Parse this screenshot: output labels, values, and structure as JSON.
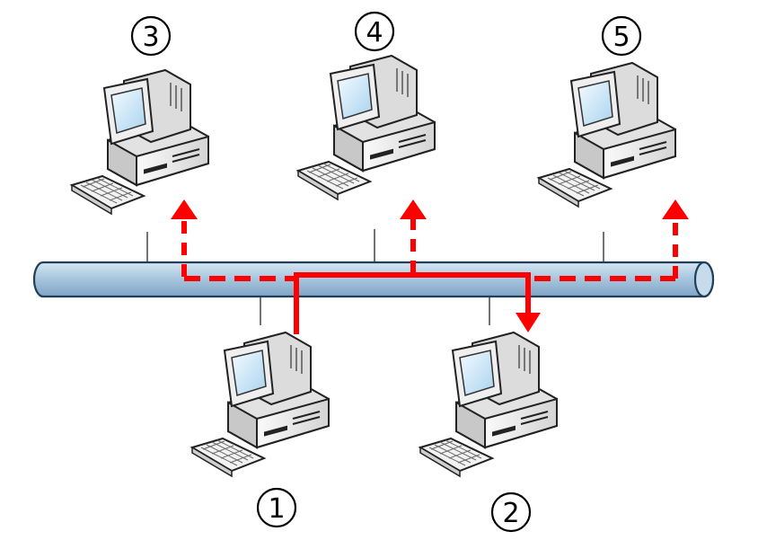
{
  "nodes": [
    {
      "id": "pc-3",
      "label": "3",
      "position": "top"
    },
    {
      "id": "pc-4",
      "label": "4",
      "position": "top"
    },
    {
      "id": "pc-5",
      "label": "5",
      "position": "top"
    },
    {
      "id": "pc-1",
      "label": "1",
      "position": "bottom"
    },
    {
      "id": "pc-2",
      "label": "2",
      "position": "bottom"
    }
  ],
  "colors": {
    "bus_fill": "#a9c8e0",
    "bus_stroke": "#1f3f5a",
    "signal": "#ff0000",
    "tap_line": "#444444",
    "monitor_body": "#e9e9e9",
    "screen": "#cfe8f7"
  },
  "signal_flow": {
    "sender": "1",
    "receiver": "2",
    "others": [
      "3",
      "4",
      "5"
    ]
  }
}
